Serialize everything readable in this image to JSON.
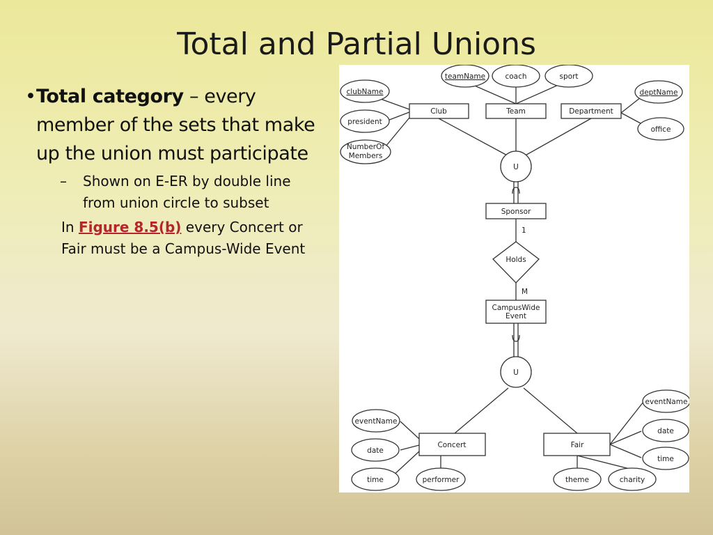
{
  "slide": {
    "title": "Total and Partial Unions",
    "bullet": {
      "term": "Total category",
      "dash": "–",
      "text": "every member of the sets that make up the union must participate"
    },
    "sub_bullet": "Shown on E-ER by double line from union circle to subset",
    "paragraph": {
      "prefix": "In",
      "link_text": "Figure 8.5(b)",
      "suffix": "every Concert or Fair must be a Campus-Wide Event"
    }
  },
  "diagram": {
    "entities": {
      "club": "Club",
      "team": "Team",
      "department": "Department",
      "sponsor": "Sponsor",
      "campus_wide_event_1": "CampusWide",
      "campus_wide_event_2": "Event",
      "concert": "Concert",
      "fair": "Fair"
    },
    "relationship": "Holds",
    "cardinality_top": "1",
    "cardinality_bottom": "M",
    "union_top": "U",
    "union_bottom": "U",
    "attributes": {
      "club_name": "clubName",
      "president": "president",
      "number_of_members_1": "NumberOf",
      "number_of_members_2": "Members",
      "team_name": "teamName",
      "coach": "coach",
      "sport": "sport",
      "dept_name": "deptName",
      "office": "office",
      "concert_event_name": "eventName",
      "concert_date": "date",
      "concert_time": "time",
      "performer": "performer",
      "fair_event_name": "eventName",
      "fair_date": "date",
      "fair_time": "time",
      "theme": "theme",
      "charity": "charity"
    }
  }
}
